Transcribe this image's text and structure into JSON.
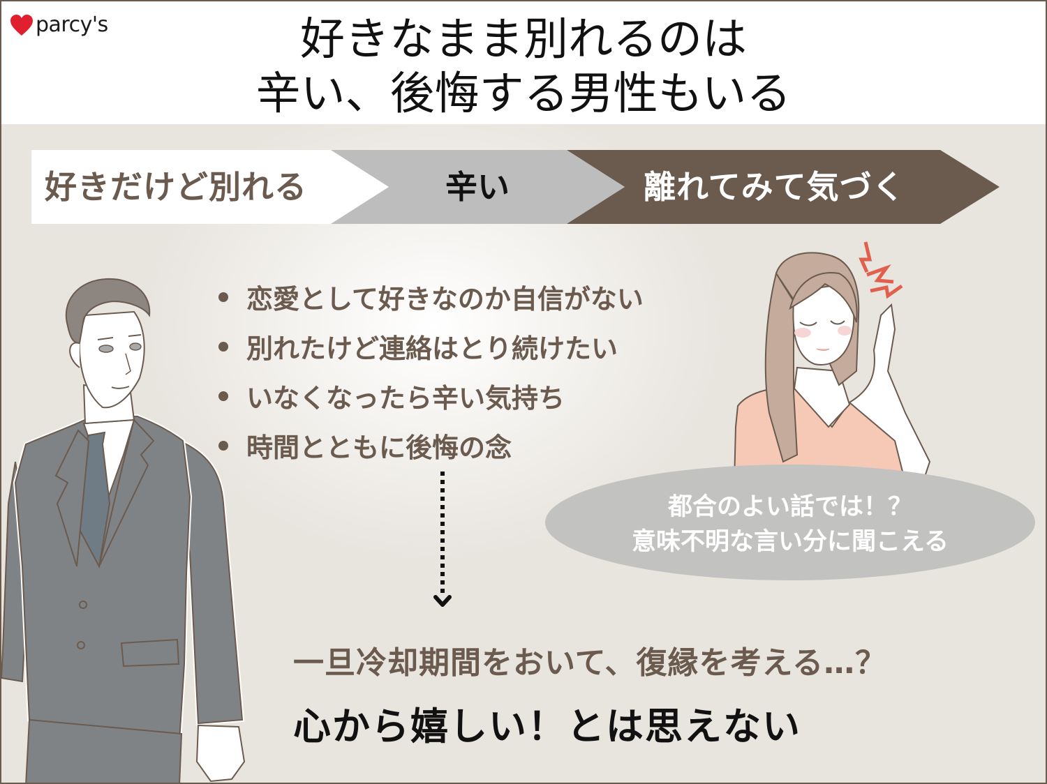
{
  "brand": {
    "logo_text": "parcy's",
    "heart_color": "#e0202e"
  },
  "header": {
    "title_line1": "好きなまま別れるのは",
    "title_line2": "辛い、後悔する男性もいる"
  },
  "flow_steps": [
    {
      "label": "好きだけど別れる",
      "bg": "#ffffff",
      "text_color": "#6b5a4e"
    },
    {
      "label": "辛い",
      "bg": "#bdbdbd",
      "text_color": "#111111"
    },
    {
      "label": "離れてみて気づく",
      "bg": "#6b5a4e",
      "text_color": "#ffffff"
    }
  ],
  "bullets": [
    "恋愛として好きなのか自信がない",
    "別れたけど連絡はとり続けたい",
    "いなくなったら辛い気持ち",
    "時間とともに後悔の念"
  ],
  "speech_bubble": {
    "line1": "都合のよい話では！？",
    "line2": "意味不明な言い分に聞こえる"
  },
  "conclusion": {
    "line1": "一旦冷却期間をおいて、復縁を考える…？",
    "line2": "心から嬉しい！とは思えない"
  },
  "colors": {
    "accent_brown": "#6b5a4e",
    "grey": "#bdbdbd",
    "background": "#e8e4de",
    "bubble": "#c2c2c1",
    "suit": "#808386",
    "tie": "#6f7c85",
    "sweater": "#f6c9b7",
    "hair_woman": "#c4ab9c",
    "hair_man": "#8d857f",
    "stress_mark": "#e0604d"
  }
}
